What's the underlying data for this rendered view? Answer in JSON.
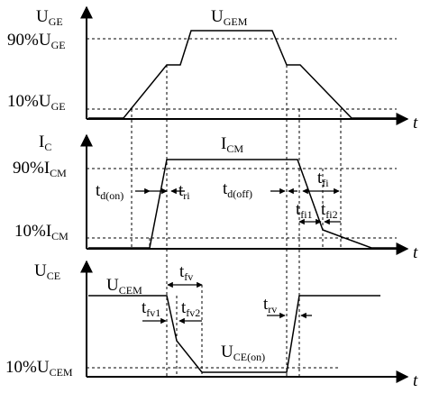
{
  "panels": {
    "uge": {
      "y_label": {
        "main": "U",
        "sub": "GE"
      },
      "level_labels": [
        {
          "main": "90%U",
          "sub": "GE"
        },
        {
          "main": "10%U",
          "sub": "GE"
        }
      ],
      "peak_label": {
        "main": "U",
        "sub": "GEM"
      },
      "x_label": "t"
    },
    "ic": {
      "y_label": {
        "main": "I",
        "sub": "C"
      },
      "level_labels": [
        {
          "main": "90%I",
          "sub": "CM"
        },
        {
          "main": "10%I",
          "sub": "CM"
        }
      ],
      "peak_label": {
        "main": "I",
        "sub": "CM"
      },
      "x_label": "t",
      "intervals": [
        {
          "main": "t",
          "sub": "d(on)"
        },
        {
          "main": "t",
          "sub": "ri"
        },
        {
          "main": "t",
          "sub": "d(off)"
        },
        {
          "main": "t",
          "sub": "fi"
        },
        {
          "main": "t",
          "sub": "fi1"
        },
        {
          "main": "t",
          "sub": "fi2"
        }
      ]
    },
    "uce": {
      "y_label": {
        "main": "U",
        "sub": "CE"
      },
      "level_labels": [
        {
          "main": "10%U",
          "sub": "CEM"
        }
      ],
      "peak_label": {
        "main": "U",
        "sub": "CEM"
      },
      "low_label": {
        "main": "U",
        "sub": "CE(on)"
      },
      "x_label": "t",
      "intervals": [
        {
          "main": "t",
          "sub": "fv"
        },
        {
          "main": "t",
          "sub": "fv1"
        },
        {
          "main": "t",
          "sub": "fv2"
        },
        {
          "main": "t",
          "sub": "rv"
        }
      ]
    }
  }
}
